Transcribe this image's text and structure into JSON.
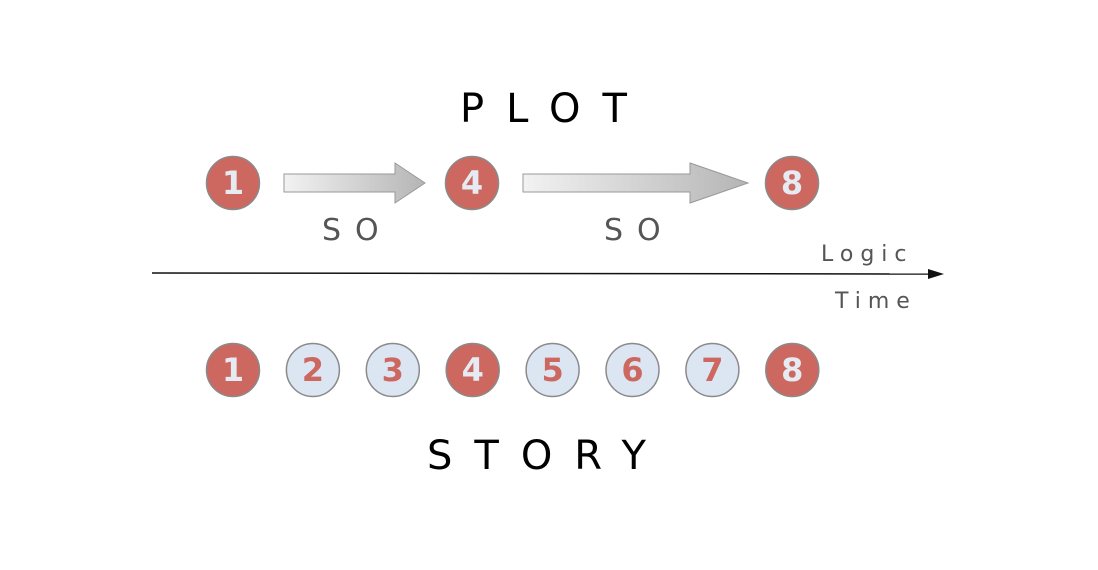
{
  "plot": {
    "title": "PLOT",
    "events": [
      "1",
      "4",
      "8"
    ],
    "connector_label": "SO"
  },
  "axis": {
    "label_top": "Logic",
    "label_bottom": "Time"
  },
  "story": {
    "title": "STORY",
    "events": [
      {
        "label": "1",
        "key": true
      },
      {
        "label": "2",
        "key": false
      },
      {
        "label": "3",
        "key": false
      },
      {
        "label": "4",
        "key": true
      },
      {
        "label": "5",
        "key": false
      },
      {
        "label": "6",
        "key": false
      },
      {
        "label": "7",
        "key": false
      },
      {
        "label": "8",
        "key": true
      }
    ]
  },
  "colors": {
    "key_fill": "#cd6861",
    "key_text": "#e6ebf3",
    "minor_fill": "#dce6f2",
    "minor_text": "#cd6861",
    "border": "#8a8a8a"
  }
}
